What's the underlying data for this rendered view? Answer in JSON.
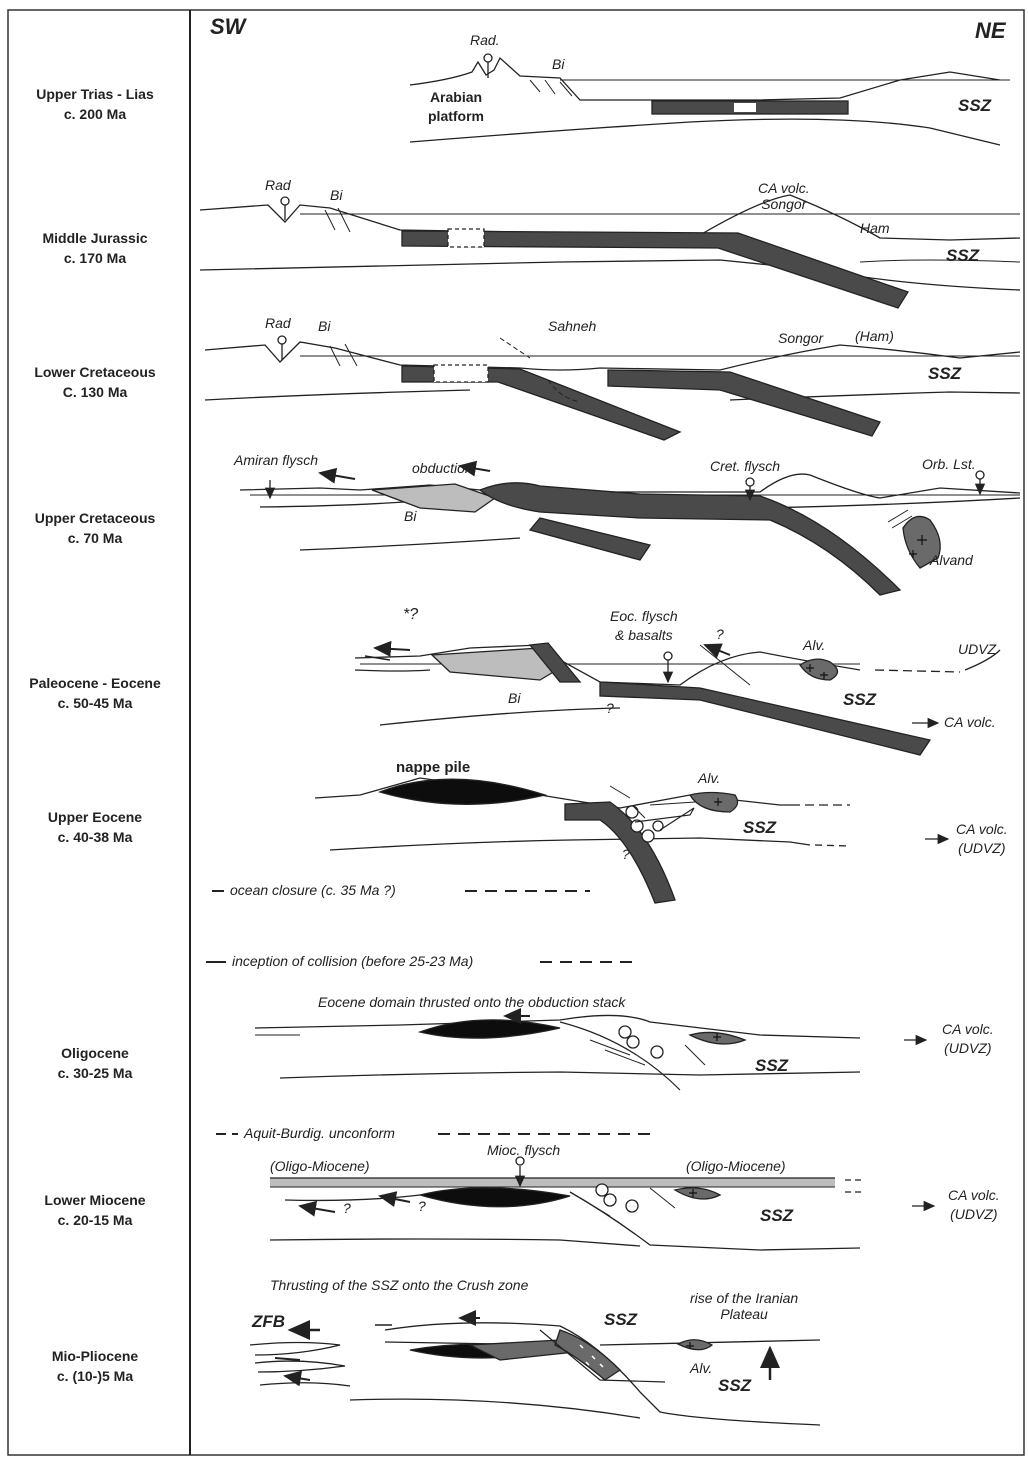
{
  "header": {
    "left": "SW",
    "right": "NE"
  },
  "stages": [
    {
      "name": "Upper Trias - Lias",
      "age": "c. 200 Ma"
    },
    {
      "name": "Middle Jurassic",
      "age": "c. 170 Ma"
    },
    {
      "name": "Lower Cretaceous",
      "age": "C. 130 Ma"
    },
    {
      "name": "Upper Cretaceous",
      "age": "c. 70 Ma"
    },
    {
      "name": "Paleocene - Eocene",
      "age": "c. 50-45 Ma"
    },
    {
      "name": "Upper Eocene",
      "age": "c. 40-38 Ma"
    },
    {
      "name": "Oligocene",
      "age": "c. 30-25 Ma"
    },
    {
      "name": "Lower Miocene",
      "age": "c. 20-15 Ma"
    },
    {
      "name": "Mio-Pliocene",
      "age": "c. (10-)5 Ma"
    }
  ],
  "labels": {
    "rad_1": "Rad.",
    "bi_1": "Bi",
    "arabian_platform": "Arabian\nplatform",
    "ssz_1": "SSZ",
    "rad_2": "Rad",
    "bi_2": "Bi",
    "ca_volc_songor": "CA volc.\nSongor",
    "ham_2": "Ham",
    "ssz_2": "SSZ",
    "rad_3": "Rad",
    "bi_3": "Bi",
    "sahneh": "Sahneh",
    "songor_3": "Songor",
    "ham_3": "(Ham)",
    "ssz_3": "SSZ",
    "amiran_flysch": "Amiran flysch",
    "obduction": "obduction",
    "bi_4": "Bi",
    "cret_flysch": "Cret. flysch",
    "orb_lst": "Orb. Lst.",
    "alvand": "Alvand",
    "star_q": "*?",
    "eoc_flysch": "Eoc. flysch\n& basalts",
    "q_5a": "?",
    "alv_5": "Alv.",
    "udvz_5": "UDVZ",
    "bi_5": "Bi",
    "ssz_5": "SSZ",
    "q_5b": "?",
    "ca_volc_5": "CA volc.",
    "nappe_pile": "nappe pile",
    "alv_6": "Alv.",
    "ssz_6": "SSZ",
    "ca_volc_6": "CA volc.\n(UDVZ)",
    "q_6": "?",
    "ocean_closure": "ocean closure  (c. 35 Ma ?)",
    "inception": "inception of collision  (before 25-23 Ma)",
    "eocene_domain": "Eocene domain thrusted onto the obduction stack",
    "ssz_7": "SSZ",
    "ca_volc_7": "CA volc.\n(UDVZ)",
    "aquit_burdig": "Aquit-Burdig. unconform",
    "mioc_flysch": "Mioc. flysch",
    "oligo_miocene_l": "(Oligo-Miocene)",
    "oligo_miocene_r": "(Oligo-Miocene)",
    "q_8a": "?",
    "q_8b": "?",
    "ssz_8": "SSZ",
    "ca_volc_8": "CA volc.\n(UDVZ)",
    "thrusting_ssz": "Thrusting of the SSZ onto the Crush zone",
    "zfb": "ZFB",
    "ssz_9a": "SSZ",
    "rise_iranian": "rise of the Iranian\nPlateau",
    "alv_9": "Alv.",
    "ssz_9b": "SSZ"
  },
  "colors": {
    "ocean_crust": "#4a4a4a",
    "ophiolite_light": "#bdbdbd",
    "nappe_black": "#0d0d0d",
    "line": "#222222"
  }
}
